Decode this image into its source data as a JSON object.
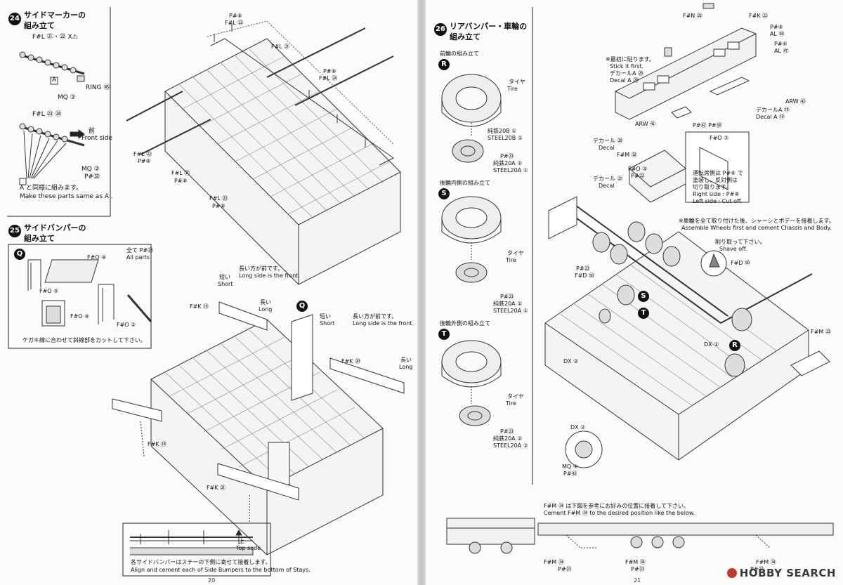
{
  "left": {
    "page_number": "20",
    "step24": {
      "number": "24",
      "title": "サイドマーカーの",
      "title2": "組み立て",
      "labels": [
        "F#L ㉑・㉒ X⚠",
        "RING ㊺",
        "MQ ②",
        "F#L ㉓ ㉔",
        "前",
        "Front side",
        "MQ ②",
        "P#㉜"
      ],
      "boxA": "A",
      "note_jp": "A と同様に組みます。",
      "note_en": "Make these parts same as A .",
      "fig_labels": [
        "P#⑧",
        "F#L ㉒",
        "F#L ㉑",
        "P#⑧",
        "F#L ㉔",
        "F#L ㉒",
        "P#⑧",
        "F#L ㉑",
        "P#⑧",
        "F#L ㉓",
        "P#⑧"
      ]
    },
    "step25": {
      "number": "25",
      "title": "サイドバンパーの",
      "title2": "組み立て",
      "box_letter": "Q",
      "box_labels": [
        "全て P#㉓",
        "All parts",
        "F#O ④",
        "F#O ⑤",
        "F#O ⑥",
        "F#O ②"
      ],
      "box_note": "ケガキ線に合わせて斜線部をカットして下さい。",
      "fig_labels": [
        "短い",
        "Short",
        "長い方が前です。",
        "Long side is the front.",
        "F#K ⑲",
        "長い",
        "Long",
        "短い",
        "Short",
        "長い方が前です。",
        "Long side is the front.",
        "F#K ⑳",
        "長い",
        "Long",
        "F#K ⑲",
        "F#K ㉑"
      ],
      "detail_label": "上",
      "detail_label_en": "Top sode",
      "bottom_note_jp": "各サイドバンパーはステーの下側に寄せて接着します。",
      "bottom_note_en": "Align and cement each of Side Bumpers to the bottom of Stays."
    }
  },
  "right": {
    "page_number": "21",
    "step26": {
      "number": "26",
      "title": "リアバンパー・車輪の",
      "title2": "組み立て",
      "front": {
        "title": "前輪の組み立て",
        "letter": "R",
        "labels": [
          "タイヤ",
          "Tire",
          "純鉄20B ①",
          "STEEL20B ①",
          "P#㉓",
          "純鉄20A ①",
          "STEEL20A ①"
        ]
      },
      "rear_inner": {
        "title": "後輪内側の組み立て",
        "letter": "S",
        "labels": [
          "タイヤ",
          "Tire",
          "P#㉓",
          "純鉄20A ①",
          "STEEL20A ①"
        ]
      },
      "rear_outer": {
        "title": "後輪外側の組み立て",
        "letter": "T",
        "labels": [
          "タイヤ",
          "Tire",
          "P#㉓",
          "純鉄20A ②",
          "STEEL20A ②"
        ]
      },
      "bumper_labels": [
        "F#N ㉕",
        "F#K ㉒",
        "P#⑧",
        "AL ㊿",
        "P#⑥",
        "AL ㊼",
        "※最初に貼ります。",
        "Stick it first.",
        "デカールA ㉙",
        "Decal A ㉙",
        "ARW ㊷",
        "デカールA ⑲",
        "Decal A ⑲",
        "ARW ㊷",
        "P#㊷ P#㊿"
      ],
      "decal_labels": [
        "デカール ⑳",
        "Decal",
        "F#M ㉜",
        "F#O ③",
        "P#㉒",
        "デカール ㉑",
        "Decal"
      ],
      "inset_labels": [
        "F#O ③",
        "運転席側は P#⑧ で",
        "塗装し、反対側は",
        "切り取ります。",
        "Right side : P#⑧",
        "Left side : Cut off."
      ],
      "assemble_note_jp": "※車輪を全て取り付けた後、シャーシとボデーを接着します。",
      "assemble_note_en": "Assemble Wheels first and cement Chassis and Body.",
      "shave_labels": [
        "削り取って下さい。",
        "Shave off.",
        "F#D ㊿"
      ],
      "chassis_labels": [
        "P#㉓",
        "F#D ㊿",
        "S",
        "T",
        "F#M ㉝",
        "DX ①",
        "R",
        "DX ②"
      ],
      "hub_labels": [
        "DX ②",
        "MQ ④",
        "P#㊸"
      ],
      "cement_note_jp": "F#M ㉞ は下図を参考にお好みの位置に接着して下さい。",
      "cement_note_en": "Cement F#M ㉞ to the desired position like the below.",
      "bottom_labels": [
        "F#M ㉞",
        "P#㉓",
        "F#M ㉞",
        "P#㉓",
        "F#M ㉞",
        "P#㉓"
      ]
    }
  },
  "watermark": "HOBBY SEARCH"
}
